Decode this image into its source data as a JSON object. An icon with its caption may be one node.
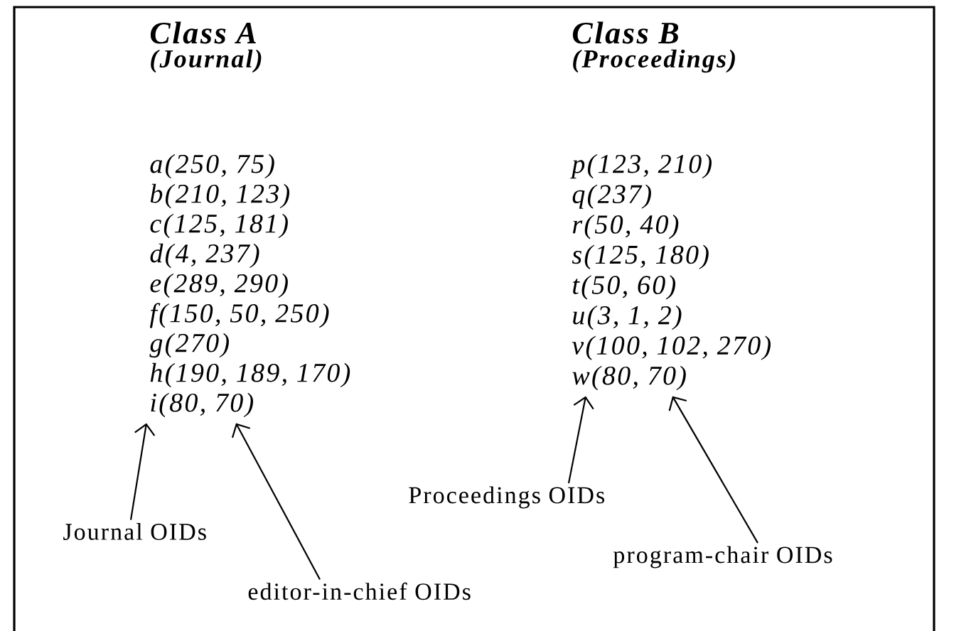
{
  "diagram": {
    "nodes": [
      {
        "text": [
          "i(80, 70)"
        ]
      },
      {
        "text": [
          "w(80, 70)"
        ]
      },
      {
        "text": [
          "Journal OIDs"
        ]
      },
      {
        "text": [
          "editor-in-chief OIDs"
        ]
      },
      {
        "text": [
          "Proceedings OIDs"
        ]
      },
      {
        "text": [
          "program-chair OIDs"
        ]
      }
    ],
    "edges": [
      {
        "from": 2,
        "to": 0,
        "arrow": "to"
      },
      {
        "from": 3,
        "to": 0,
        "arrow": "to"
      },
      {
        "from": 4,
        "to": 1,
        "arrow": "to"
      },
      {
        "from": 5,
        "to": 1,
        "arrow": "to"
      }
    ],
    "labels": [
      "Class A",
      "(Journal)",
      "Class B",
      "(Proceedings)",
      "a(250, 75)",
      "b(210, 123)",
      "c(125, 181)",
      "d(4, 237)",
      "e(289, 290)",
      "f(150, 50, 250)",
      "g(270)",
      "h(190, 189, 170)",
      "p(123, 210)",
      "q(237)",
      "r(50, 40)",
      "s(125, 180)",
      "t(50, 60)",
      "u(3, 1, 2)",
      "v(100, 102, 270)"
    ]
  }
}
